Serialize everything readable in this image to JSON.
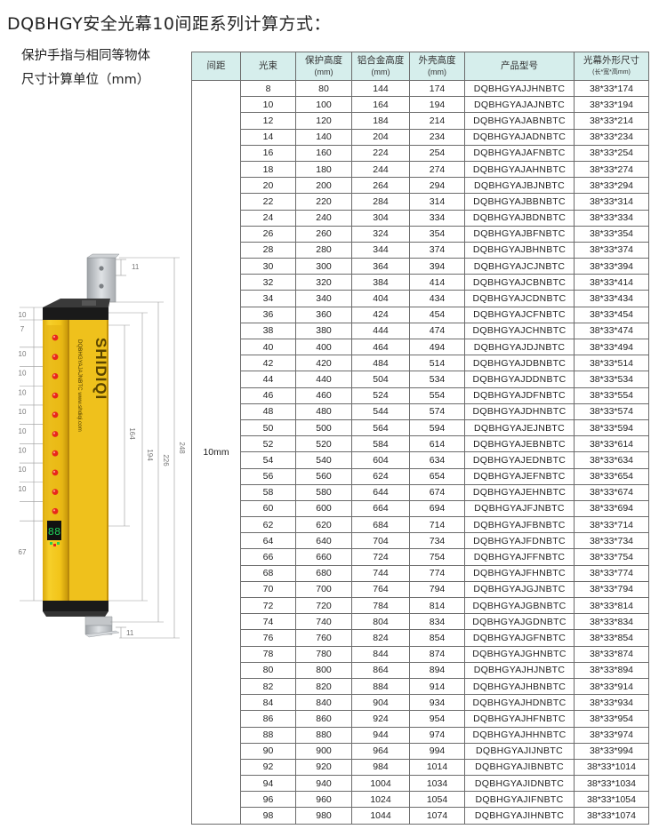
{
  "title": "DQBHGY安全光幕10间距系列计算方式：",
  "subtitle": {
    "line1": "保护手指与相同等物体",
    "line2": "尺寸计算单位（mm）"
  },
  "table": {
    "headers": {
      "spacing": "间距",
      "beams": "光束",
      "protect_height": "保护高度",
      "protect_height_unit": "(mm)",
      "alloy_height": "铝合金高度",
      "alloy_height_unit": "(mm)",
      "shell_height": "外壳高度",
      "shell_height_unit": "(mm)",
      "model": "产品型号",
      "dims": "光幕外形尺寸",
      "dims_unit": "(长*宽*高mm)"
    },
    "spacing_value": "10mm",
    "rows": [
      [
        "8",
        "80",
        "144",
        "174",
        "DQBHGYAJJHNBTC",
        "38*33*174"
      ],
      [
        "10",
        "100",
        "164",
        "194",
        "DQBHGYAJAJNBTC",
        "38*33*194"
      ],
      [
        "12",
        "120",
        "184",
        "214",
        "DQBHGYAJABNBTC",
        "38*33*214"
      ],
      [
        "14",
        "140",
        "204",
        "234",
        "DQBHGYAJADNBTC",
        "38*33*234"
      ],
      [
        "16",
        "160",
        "224",
        "254",
        "DQBHGYAJAFNBTC",
        "38*33*254"
      ],
      [
        "18",
        "180",
        "244",
        "274",
        "DQBHGYAJAHNBTC",
        "38*33*274"
      ],
      [
        "20",
        "200",
        "264",
        "294",
        "DQBHGYAJBJNBTC",
        "38*33*294"
      ],
      [
        "22",
        "220",
        "284",
        "314",
        "DQBHGYAJBBNBTC",
        "38*33*314"
      ],
      [
        "24",
        "240",
        "304",
        "334",
        "DQBHGYAJBDNBTC",
        "38*33*334"
      ],
      [
        "26",
        "260",
        "324",
        "354",
        "DQBHGYAJBFNBTC",
        "38*33*354"
      ],
      [
        "28",
        "280",
        "344",
        "374",
        "DQBHGYAJBHNBTC",
        "38*33*374"
      ],
      [
        "30",
        "300",
        "364",
        "394",
        "DQBHGYAJCJNBTC",
        "38*33*394"
      ],
      [
        "32",
        "320",
        "384",
        "414",
        "DQBHGYAJCBNBTC",
        "38*33*414"
      ],
      [
        "34",
        "340",
        "404",
        "434",
        "DQBHGYAJCDNBTC",
        "38*33*434"
      ],
      [
        "36",
        "360",
        "424",
        "454",
        "DQBHGYAJCFNBTC",
        "38*33*454"
      ],
      [
        "38",
        "380",
        "444",
        "474",
        "DQBHGYAJCHNBTC",
        "38*33*474"
      ],
      [
        "40",
        "400",
        "464",
        "494",
        "DQBHGYAJDJNBTC",
        "38*33*494"
      ],
      [
        "42",
        "420",
        "484",
        "514",
        "DQBHGYAJDBNBTC",
        "38*33*514"
      ],
      [
        "44",
        "440",
        "504",
        "534",
        "DQBHGYAJDDNBTC",
        "38*33*534"
      ],
      [
        "46",
        "460",
        "524",
        "554",
        "DQBHGYAJDFNBTC",
        "38*33*554"
      ],
      [
        "48",
        "480",
        "544",
        "574",
        "DQBHGYAJDHNBTC",
        "38*33*574"
      ],
      [
        "50",
        "500",
        "564",
        "594",
        "DQBHGYAJEJNBTC",
        "38*33*594"
      ],
      [
        "52",
        "520",
        "584",
        "614",
        "DQBHGYAJEBNBTC",
        "38*33*614"
      ],
      [
        "54",
        "540",
        "604",
        "634",
        "DQBHGYAJEDNBTC",
        "38*33*634"
      ],
      [
        "56",
        "560",
        "624",
        "654",
        "DQBHGYAJEFNBTC",
        "38*33*654"
      ],
      [
        "58",
        "580",
        "644",
        "674",
        "DQBHGYAJEHNBTC",
        "38*33*674"
      ],
      [
        "60",
        "600",
        "664",
        "694",
        "DQBHGYAJFJNBTC",
        "38*33*694"
      ],
      [
        "62",
        "620",
        "684",
        "714",
        "DQBHGYAJFBNBTC",
        "38*33*714"
      ],
      [
        "64",
        "640",
        "704",
        "734",
        "DQBHGYAJFDNBTC",
        "38*33*734"
      ],
      [
        "66",
        "660",
        "724",
        "754",
        "DQBHGYAJFFNBTC",
        "38*33*754"
      ],
      [
        "68",
        "680",
        "744",
        "774",
        "DQBHGYAJFHNBTC",
        "38*33*774"
      ],
      [
        "70",
        "700",
        "764",
        "794",
        "DQBHGYAJGJNBTC",
        "38*33*794"
      ],
      [
        "72",
        "720",
        "784",
        "814",
        "DQBHGYAJGBNBTC",
        "38*33*814"
      ],
      [
        "74",
        "740",
        "804",
        "834",
        "DQBHGYAJGDNBTC",
        "38*33*834"
      ],
      [
        "76",
        "760",
        "824",
        "854",
        "DQBHGYAJGFNBTC",
        "38*33*854"
      ],
      [
        "78",
        "780",
        "844",
        "874",
        "DQBHGYAJGHNBTC",
        "38*33*874"
      ],
      [
        "80",
        "800",
        "864",
        "894",
        "DQBHGYAJHJNBTC",
        "38*33*894"
      ],
      [
        "82",
        "820",
        "884",
        "914",
        "DQBHGYAJHBNBTC",
        "38*33*914"
      ],
      [
        "84",
        "840",
        "904",
        "934",
        "DQBHGYAJHDNBTC",
        "38*33*934"
      ],
      [
        "86",
        "860",
        "924",
        "954",
        "DQBHGYAJHFNBTC",
        "38*33*954"
      ],
      [
        "88",
        "880",
        "944",
        "974",
        "DQBHGYAJHHNBTC",
        "38*33*974"
      ],
      [
        "90",
        "900",
        "964",
        "994",
        "DQBHGYAJIJNBTC",
        "38*33*994"
      ],
      [
        "92",
        "920",
        "984",
        "1014",
        "DQBHGYAJIBNBTC",
        "38*33*1014"
      ],
      [
        "94",
        "940",
        "1004",
        "1034",
        "DQBHGYAJIDNBTC",
        "38*33*1034"
      ],
      [
        "96",
        "960",
        "1024",
        "1054",
        "DQBHGYAJIFNBTC",
        "38*33*1054"
      ],
      [
        "98",
        "980",
        "1044",
        "1074",
        "DQBHGYAJIHNBTC",
        "38*33*1074"
      ]
    ]
  },
  "drawing": {
    "brand": "SHIDIQI",
    "side_text": "DQBHGYAJAJNBTC www.shdiqi.com",
    "display_digits": "88",
    "dims": {
      "top_bracket": "11",
      "bottom_bracket": "11",
      "left_first": "10",
      "left_second": "7",
      "left_pitch": "10",
      "left_bottom": "67",
      "protect": "164",
      "alloy": "194",
      "shell": "226",
      "total": "248"
    },
    "colors": {
      "housing": "#f2c419",
      "housing_dark": "#c99a0a",
      "cap": "#1a1a1a",
      "bracket": "#b8bcc0",
      "led": "#e8271b",
      "header_bg": "#d6eeec"
    }
  }
}
